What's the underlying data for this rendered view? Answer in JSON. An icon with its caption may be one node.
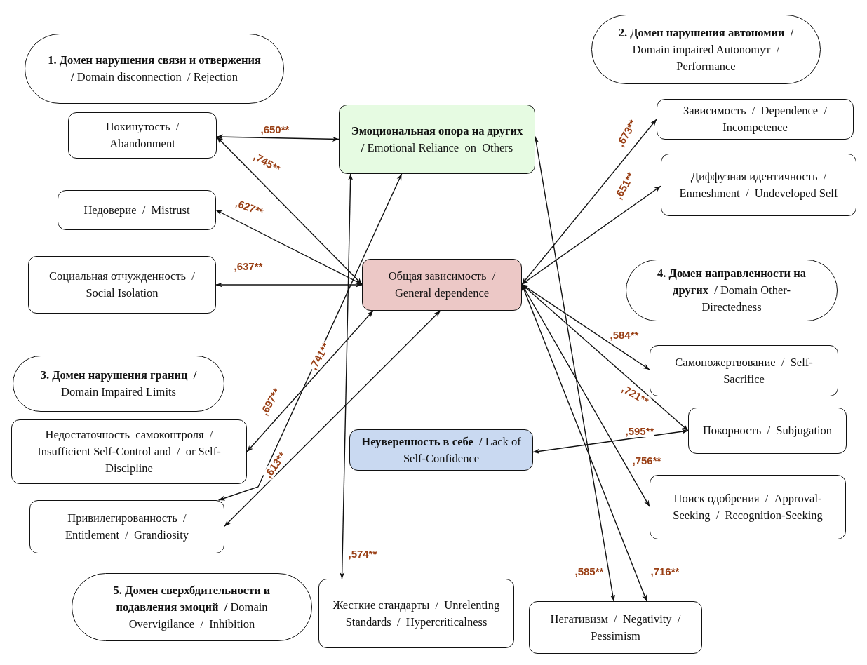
{
  "diagram": {
    "nodes": [
      {
        "text": [
          "**1. Домен нарушения связи и отвержения  /** Domain disconnection  / Rejection"
        ]
      },
      {
        "text": [
          "Покинутость  /  Abandonment"
        ]
      },
      {
        "text": [
          "Недоверие  /  Mistrust"
        ]
      },
      {
        "text": [
          "Социальная отчужденность  /  Social Isolation"
        ]
      },
      {
        "text": [
          "**3. Домен нарушения границ  /** Domain Impaired Limits"
        ]
      },
      {
        "text": [
          "Недостаточность  самоконтроля  /  Insufficient Self-Control and  /  or Self-Discipline"
        ]
      },
      {
        "text": [
          "Привилегированность  /  Entitlement  /  Grandiosity"
        ]
      },
      {
        "text": [
          "**5. Домен сверхбдительности и подавления эмоций  /** Domain Overvigilance  /  Inhibition"
        ]
      },
      {
        "text": [
          "**Эмоциональная опора на других  /** Emotional Reliance  on  Others"
        ]
      },
      {
        "text": [
          "Общая зависимость  /  General dependence"
        ]
      },
      {
        "text": [
          "**Неуверенность в себе  /** Lack of Self-Confidence"
        ]
      },
      {
        "text": [
          "Жесткие стандарты  /  Unrelenting Standards  /  Hypercriticalness"
        ]
      },
      {
        "text": [
          "**2. Домен нарушения автономии  /** Domain impaired Autonomут  /  Performance"
        ]
      },
      {
        "text": [
          "Зависимость  /  Dependence  /  Incompetence"
        ]
      },
      {
        "text": [
          "Диффузная идентичность  /  Enmeshment  /  Undeveloped Self"
        ]
      },
      {
        "text": [
          "**4. Домен направленности на других  /** Domain Other-Directedness"
        ]
      },
      {
        "text": [
          "Самопожертвование  /  Self-Sacrifice"
        ]
      },
      {
        "text": [
          "Покорность  /  Subjugation"
        ]
      },
      {
        "text": [
          "Поиск одобрения  /  Approval-Seeking  /  Recognition-Seeking"
        ]
      },
      {
        "text": [
          "Негативизм  /  Negativity  / Pessimism"
        ]
      }
    ],
    "edges": [
      {
        "from": 1,
        "to": 8,
        "arrow": "both",
        "label": ",650**"
      },
      {
        "from": 1,
        "to": 9,
        "arrow": "both",
        "label": ",745**"
      },
      {
        "from": 2,
        "to": 9,
        "arrow": "both",
        "label": ",627**"
      },
      {
        "from": 3,
        "to": 9,
        "arrow": "both",
        "label": ",637**"
      },
      {
        "from": 8,
        "to": 6,
        "arrow": "both",
        "label": ",697**"
      },
      {
        "from": 9,
        "to": 5,
        "arrow": "both",
        "label": ",741**"
      },
      {
        "from": 9,
        "to": 6,
        "arrow": "both",
        "label": ",613**"
      },
      {
        "from": 8,
        "to": 11,
        "arrow": "both",
        "label": ",574**"
      },
      {
        "from": 8,
        "to": 19,
        "arrow": "both",
        "label": ",585**"
      },
      {
        "from": 9,
        "to": 13,
        "arrow": "both",
        "label": ",673**"
      },
      {
        "from": 9,
        "to": 14,
        "arrow": "both",
        "label": ",651**"
      },
      {
        "from": 9,
        "to": 16,
        "arrow": "both",
        "label": ",584**"
      },
      {
        "from": 9,
        "to": 17,
        "arrow": "both",
        "label": ",721**"
      },
      {
        "from": 9,
        "to": 18,
        "arrow": "both",
        "label": ",756**"
      },
      {
        "from": 9,
        "to": 19,
        "arrow": "both",
        "label": ",716**"
      },
      {
        "from": 10,
        "to": 17,
        "arrow": "both",
        "label": ",595**"
      }
    ]
  }
}
